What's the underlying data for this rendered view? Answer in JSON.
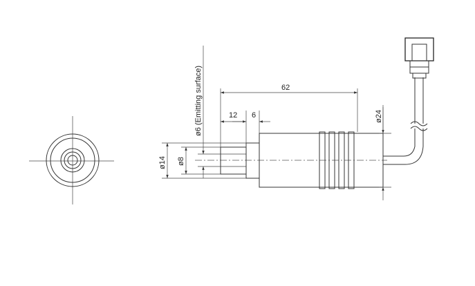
{
  "dimensions": {
    "length_total": "62",
    "length_a": "12",
    "length_b": "6",
    "dia_outer": "ø24",
    "dia_front": "ø14",
    "dia_inner": "ø8",
    "dia_emit": "ø6 (Emitting surface)"
  }
}
